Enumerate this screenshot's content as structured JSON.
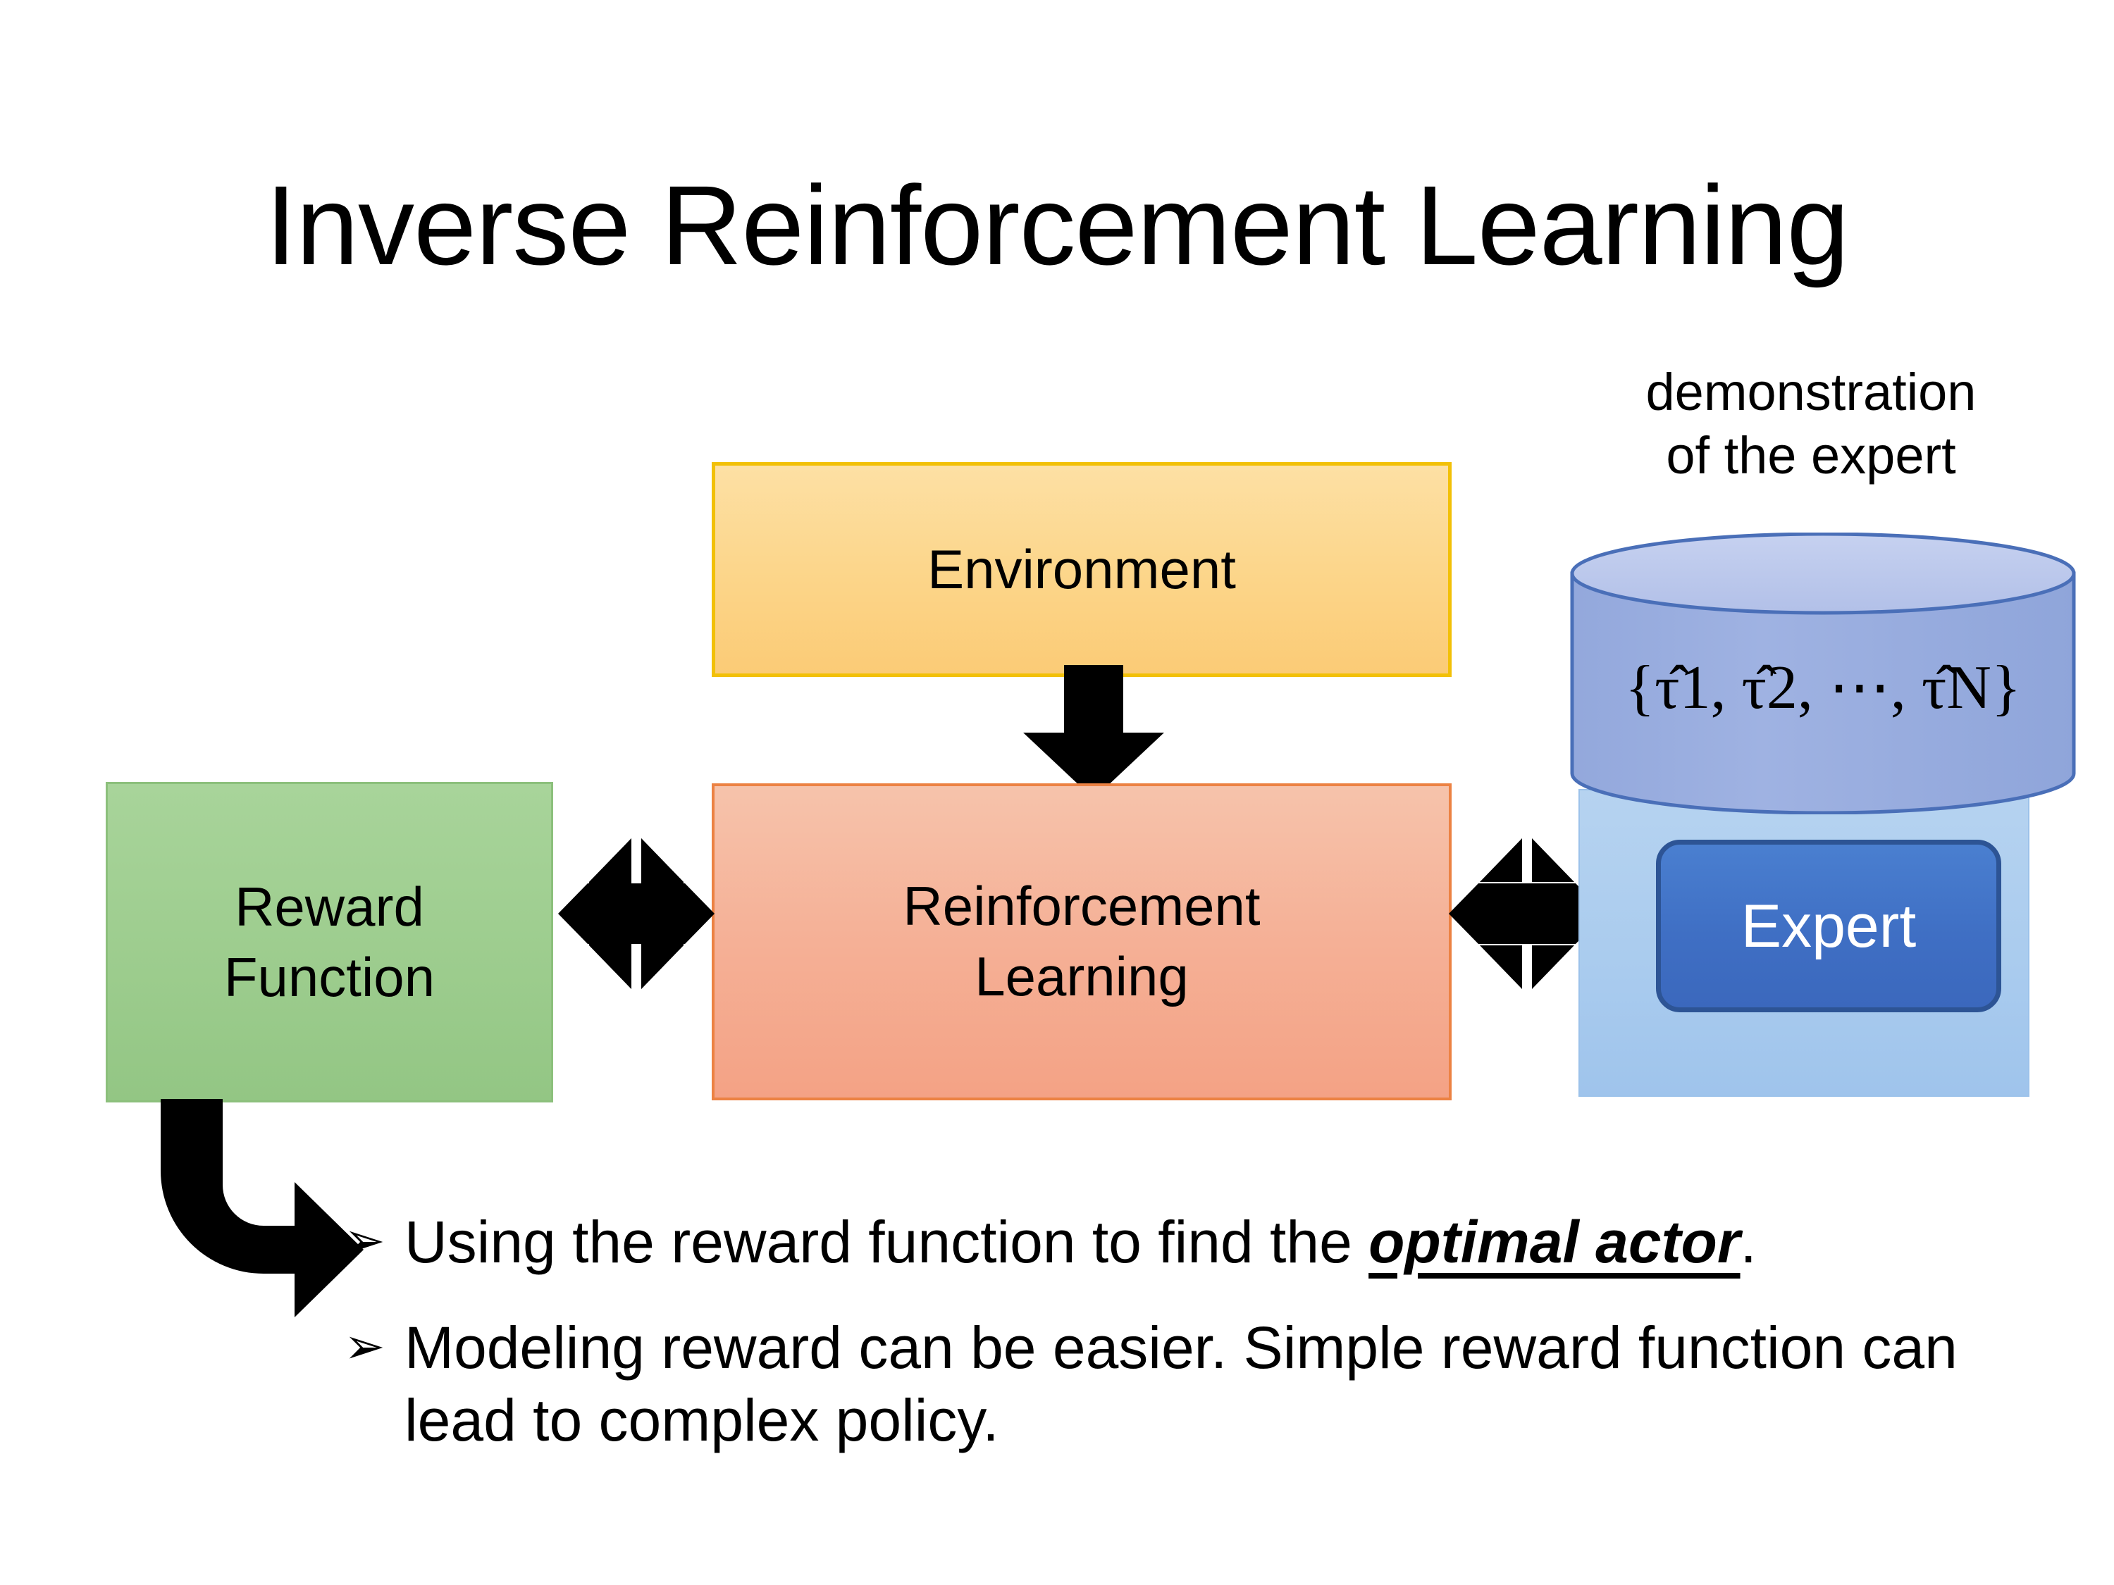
{
  "slide": {
    "title": "Inverse Reinforcement Learning",
    "background_color": "#ffffff"
  },
  "diagram": {
    "boxes": [
      {
        "id": "environment",
        "label": "Environment",
        "fill": "#fbd589",
        "border": "#f2c007"
      },
      {
        "id": "reinforcement-learning",
        "label_line1": "Reinforcement",
        "label_line2": "Learning",
        "fill": "#f5b096",
        "border": "#ec8243"
      },
      {
        "id": "reward-function",
        "label_line1": "Reward",
        "label_line2": "Function",
        "fill": "#9ccc8d",
        "border": "#8cc07c"
      }
    ],
    "expert_group": {
      "caption_line1": "demonstration",
      "caption_line2": "of the expert",
      "cylinder": {
        "open_brace": "{",
        "items": [
          {
            "symbol": "τ̂",
            "subscript": "1"
          },
          {
            "symbol": "τ̂",
            "subscript": "2"
          },
          {
            "symbol": "⋯",
            "subscript": ""
          },
          {
            "symbol": "τ̂",
            "subscript": "N"
          }
        ],
        "separator": ",",
        "close_brace": "}",
        "formula_text": "{τ̂1, τ̂2, ⋯, τ̂N}",
        "fill": "#97abdd",
        "top_fill": "#bcc9ec",
        "border": "#4a6fb8"
      },
      "panel": {
        "fill": "#a9cbee",
        "border": "#9cc2ea"
      },
      "button": {
        "label": "Expert",
        "fill": "#3f6fc4",
        "border": "#2d5495",
        "text_color": "#ffffff"
      }
    },
    "arrows": [
      {
        "id": "environment-to-rl",
        "direction": "down",
        "color": "#000000"
      },
      {
        "id": "reward-rl-link",
        "direction": "four-way",
        "color": "#000000"
      },
      {
        "id": "rl-expert-link",
        "direction": "four-way",
        "color": "#000000"
      },
      {
        "id": "reward-to-bullets",
        "direction": "elbow-down-right",
        "color": "#000000"
      }
    ]
  },
  "bullets": [
    {
      "marker": "➢",
      "before": "Using the reward function to find the ",
      "emphasis": "optimal actor",
      "after": "."
    },
    {
      "marker": "➢",
      "before": "Modeling reward can be easier. Simple reward function can lead to complex policy.",
      "emphasis": "",
      "after": ""
    }
  ]
}
